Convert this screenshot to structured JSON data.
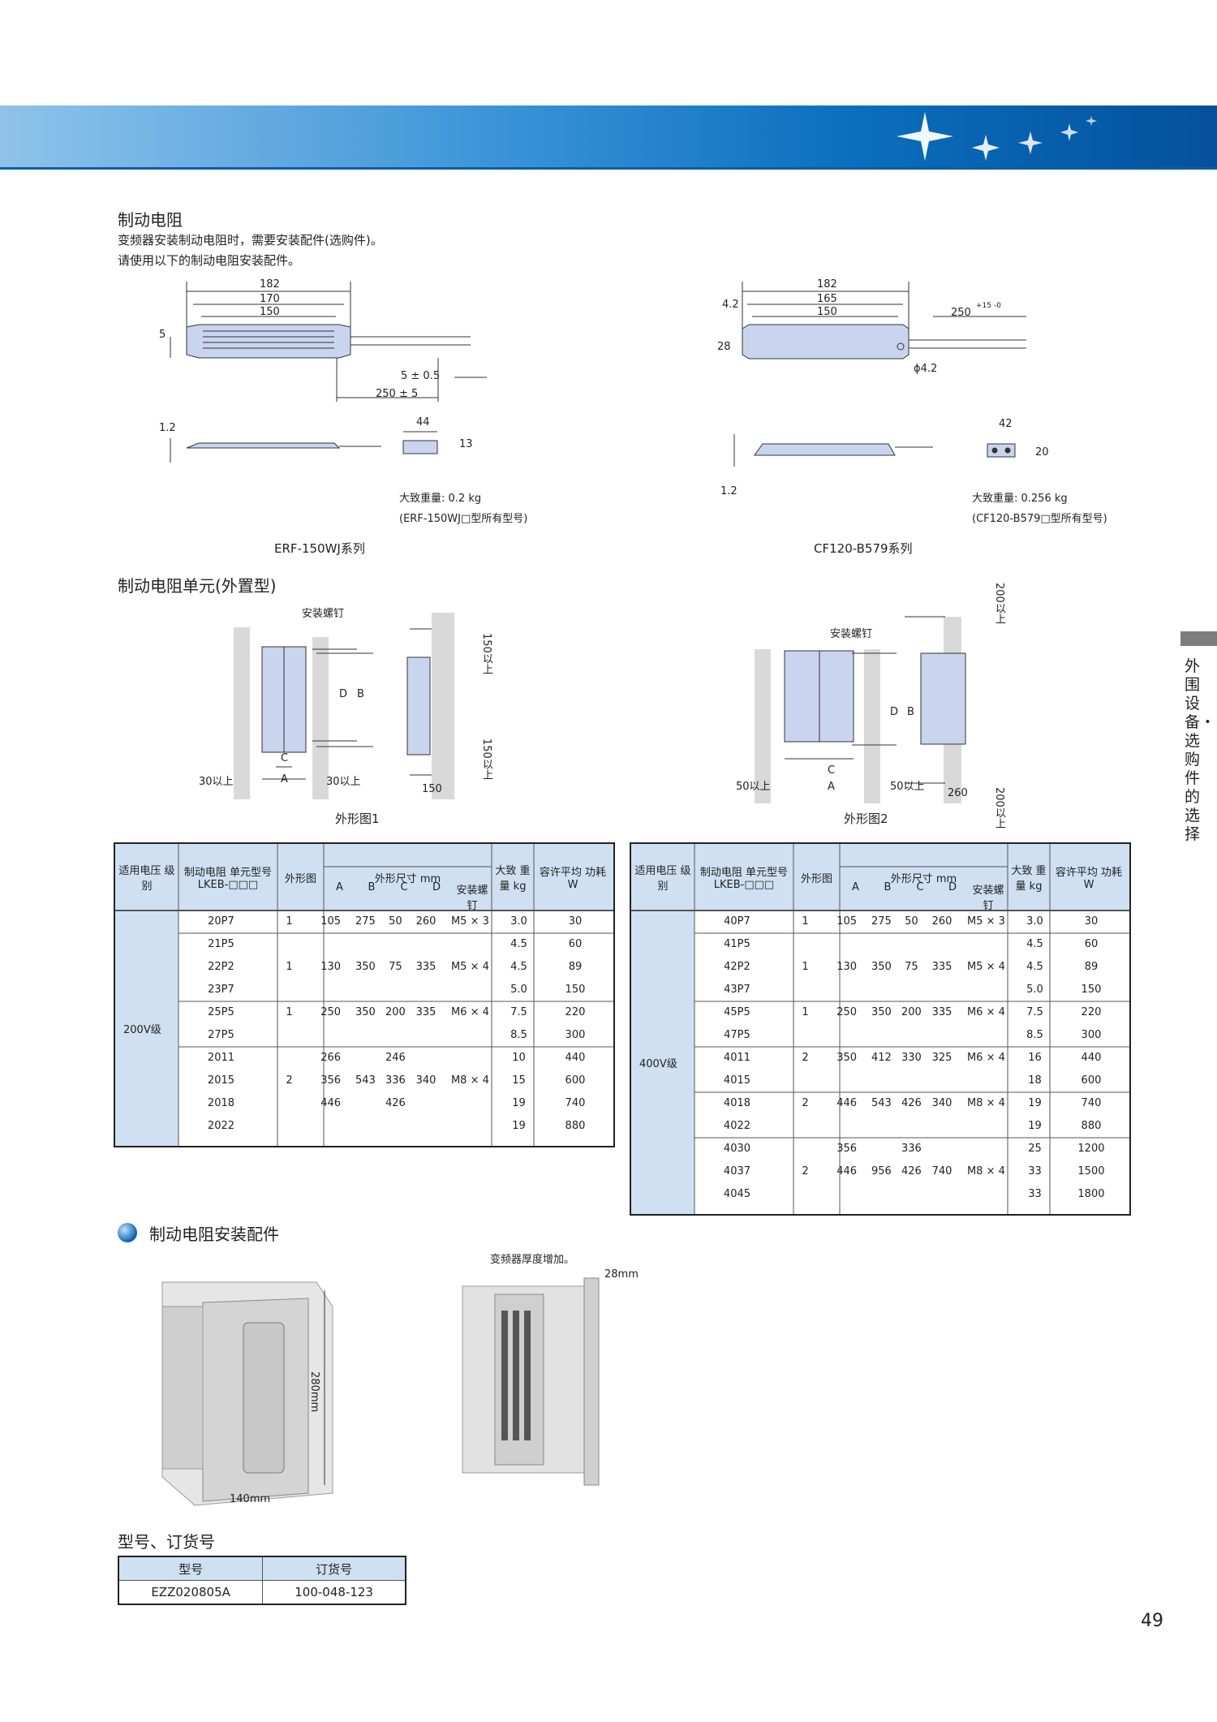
{
  "section1": {
    "title": "制动电阻",
    "line1": "变频器安装制动电阻时，需要安装配件(选购件)。",
    "line2": "请使用以下的制动电阻安装配件。"
  },
  "erf": {
    "dims": {
      "d182": "182",
      "d170": "170",
      "d150": "150",
      "d5": "5",
      "d5pm": "5 ± 0.5",
      "d250pm": "250 ± 5",
      "d12": "1.2",
      "d44": "44",
      "d13": "13"
    },
    "weight": "大致重量: 0.2 kg",
    "models": "(ERF-150WJ□型所有型号)",
    "series": "ERF-150WJ系列"
  },
  "cf": {
    "dims": {
      "d182": "182",
      "d165": "165",
      "d150": "150",
      "d42v": "4.2",
      "d28": "28",
      "d250": "250",
      "tol": "+15 -0",
      "phi": "ϕ4.2",
      "d42": "42",
      "d20": "20",
      "d12": "1.2"
    },
    "weight": "大致重量: 0.256 kg",
    "models": "(CF120-B579□型所有型号)",
    "series": "CF120-B579系列"
  },
  "section2": {
    "title": "制动电阻单元(外置型)"
  },
  "fig1": {
    "screw": "安装螺钉",
    "top": "150以上",
    "bottom": "150以上",
    "left": "30以上",
    "right": "30以上",
    "d150": "150",
    "A": "A",
    "B": "B",
    "C": "C",
    "D": "D",
    "caption": "外形图1"
  },
  "fig2": {
    "screw": "安装螺钉",
    "top": "200以上",
    "bottom": "200以上",
    "left": "50以上",
    "right": "50以上",
    "d260": "260",
    "A": "A",
    "B": "B",
    "C": "C",
    "D": "D",
    "caption": "外形图2"
  },
  "table_header": {
    "voltage": "适用电压 级别",
    "unit": "制动电阻 单元型号 LKEB-□□□",
    "fig": "外形图",
    "dims": "外形尺寸 mm",
    "A": "A",
    "B": "B",
    "C": "C",
    "D": "D",
    "screw": "安装螺钉",
    "weight": "大致 重量 kg",
    "power": "容许平均 功耗 W"
  },
  "table200": {
    "voltage": "200V级",
    "rows": [
      [
        "20P7",
        "1",
        "105",
        "275",
        "50",
        "260",
        "M5 × 3",
        "3.0",
        "30"
      ],
      [
        "21P5",
        "",
        "",
        "",
        "",
        "",
        "",
        "4.5",
        "60"
      ],
      [
        "22P2",
        "1",
        "130",
        "350",
        "75",
        "335",
        "M5 × 4",
        "4.5",
        "89"
      ],
      [
        "23P7",
        "",
        "",
        "",
        "",
        "",
        "",
        "5.0",
        "150"
      ],
      [
        "25P5",
        "1",
        "250",
        "350",
        "200",
        "335",
        "M6 × 4",
        "7.5",
        "220"
      ],
      [
        "27P5",
        "",
        "",
        "",
        "",
        "",
        "",
        "8.5",
        "300"
      ],
      [
        "2011",
        "",
        "266",
        "",
        "246",
        "",
        "",
        "10",
        "440"
      ],
      [
        "2015",
        "2",
        "356",
        "543",
        "336",
        "340",
        "M8 × 4",
        "15",
        "600"
      ],
      [
        "2018",
        "",
        "446",
        "",
        "426",
        "",
        "",
        "19",
        "740"
      ],
      [
        "2022",
        "",
        "",
        "",
        "",
        "",
        "",
        "19",
        "880"
      ]
    ]
  },
  "table400": {
    "voltage": "400V级",
    "rows": [
      [
        "40P7",
        "1",
        "105",
        "275",
        "50",
        "260",
        "M5 × 3",
        "3.0",
        "30"
      ],
      [
        "41P5",
        "",
        "",
        "",
        "",
        "",
        "",
        "4.5",
        "60"
      ],
      [
        "42P2",
        "1",
        "130",
        "350",
        "75",
        "335",
        "M5 × 4",
        "4.5",
        "89"
      ],
      [
        "43P7",
        "",
        "",
        "",
        "",
        "",
        "",
        "5.0",
        "150"
      ],
      [
        "45P5",
        "1",
        "250",
        "350",
        "200",
        "335",
        "M6 × 4",
        "7.5",
        "220"
      ],
      [
        "47P5",
        "",
        "",
        "",
        "",
        "",
        "",
        "8.5",
        "300"
      ],
      [
        "4011",
        "2",
        "350",
        "412",
        "330",
        "325",
        "M6 × 4",
        "16",
        "440"
      ],
      [
        "4015",
        "",
        "",
        "",
        "",
        "",
        "",
        "18",
        "600"
      ],
      [
        "4018",
        "2",
        "446",
        "543",
        "426",
        "340",
        "M8 × 4",
        "19",
        "740"
      ],
      [
        "4022",
        "",
        "",
        "",
        "",
        "",
        "",
        "19",
        "880"
      ],
      [
        "4030",
        "",
        "356",
        "",
        "336",
        "",
        "",
        "25",
        "1200"
      ],
      [
        "4037",
        "2",
        "446",
        "956",
        "426",
        "740",
        "M8 × 4",
        "33",
        "1500"
      ],
      [
        "4045",
        "",
        "",
        "",
        "",
        "",
        "",
        "33",
        "1800"
      ]
    ]
  },
  "section3": {
    "title": "制动电阻安装配件",
    "note": "变频器厚度增加。",
    "d28": "28mm",
    "d280": "280mm",
    "d140": "140mm"
  },
  "order": {
    "title": "型号、订货号",
    "col1": "型号",
    "col2": "订货号",
    "model": "EZZ020805A",
    "number": "100-048-123"
  },
  "side": "外围设备・选购件的选择",
  "page_number": "49",
  "colors": {
    "banner": "#0a6fbe",
    "header_fill": "#cfe0f2",
    "part_fill": "#c9d4ee",
    "wall": "#d9d9d9"
  }
}
